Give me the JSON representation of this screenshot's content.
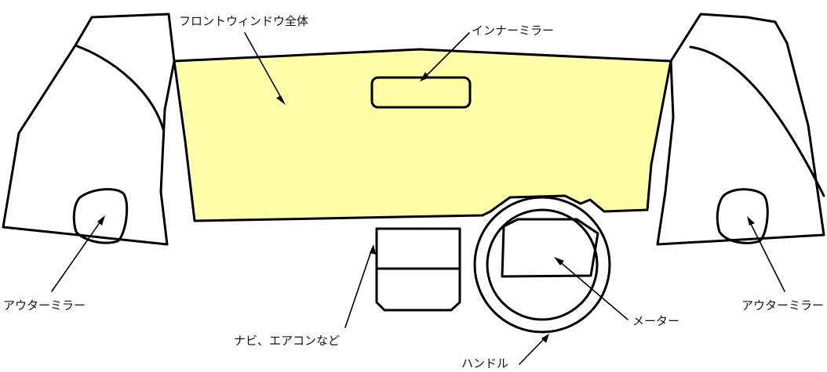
{
  "labels": {
    "windshield": "フロントウィンドウ全体",
    "inner_mirror": "インナーミラー",
    "outer_mirror_left": "アウターミラー",
    "outer_mirror_right": "アウターミラー",
    "navi": "ナビ、エアコンなど",
    "meter": "メーター",
    "handle": "ハンドル"
  },
  "colors": {
    "windshield_fill": "#ffffaa",
    "line": "#000000",
    "background": "#ffffff"
  }
}
